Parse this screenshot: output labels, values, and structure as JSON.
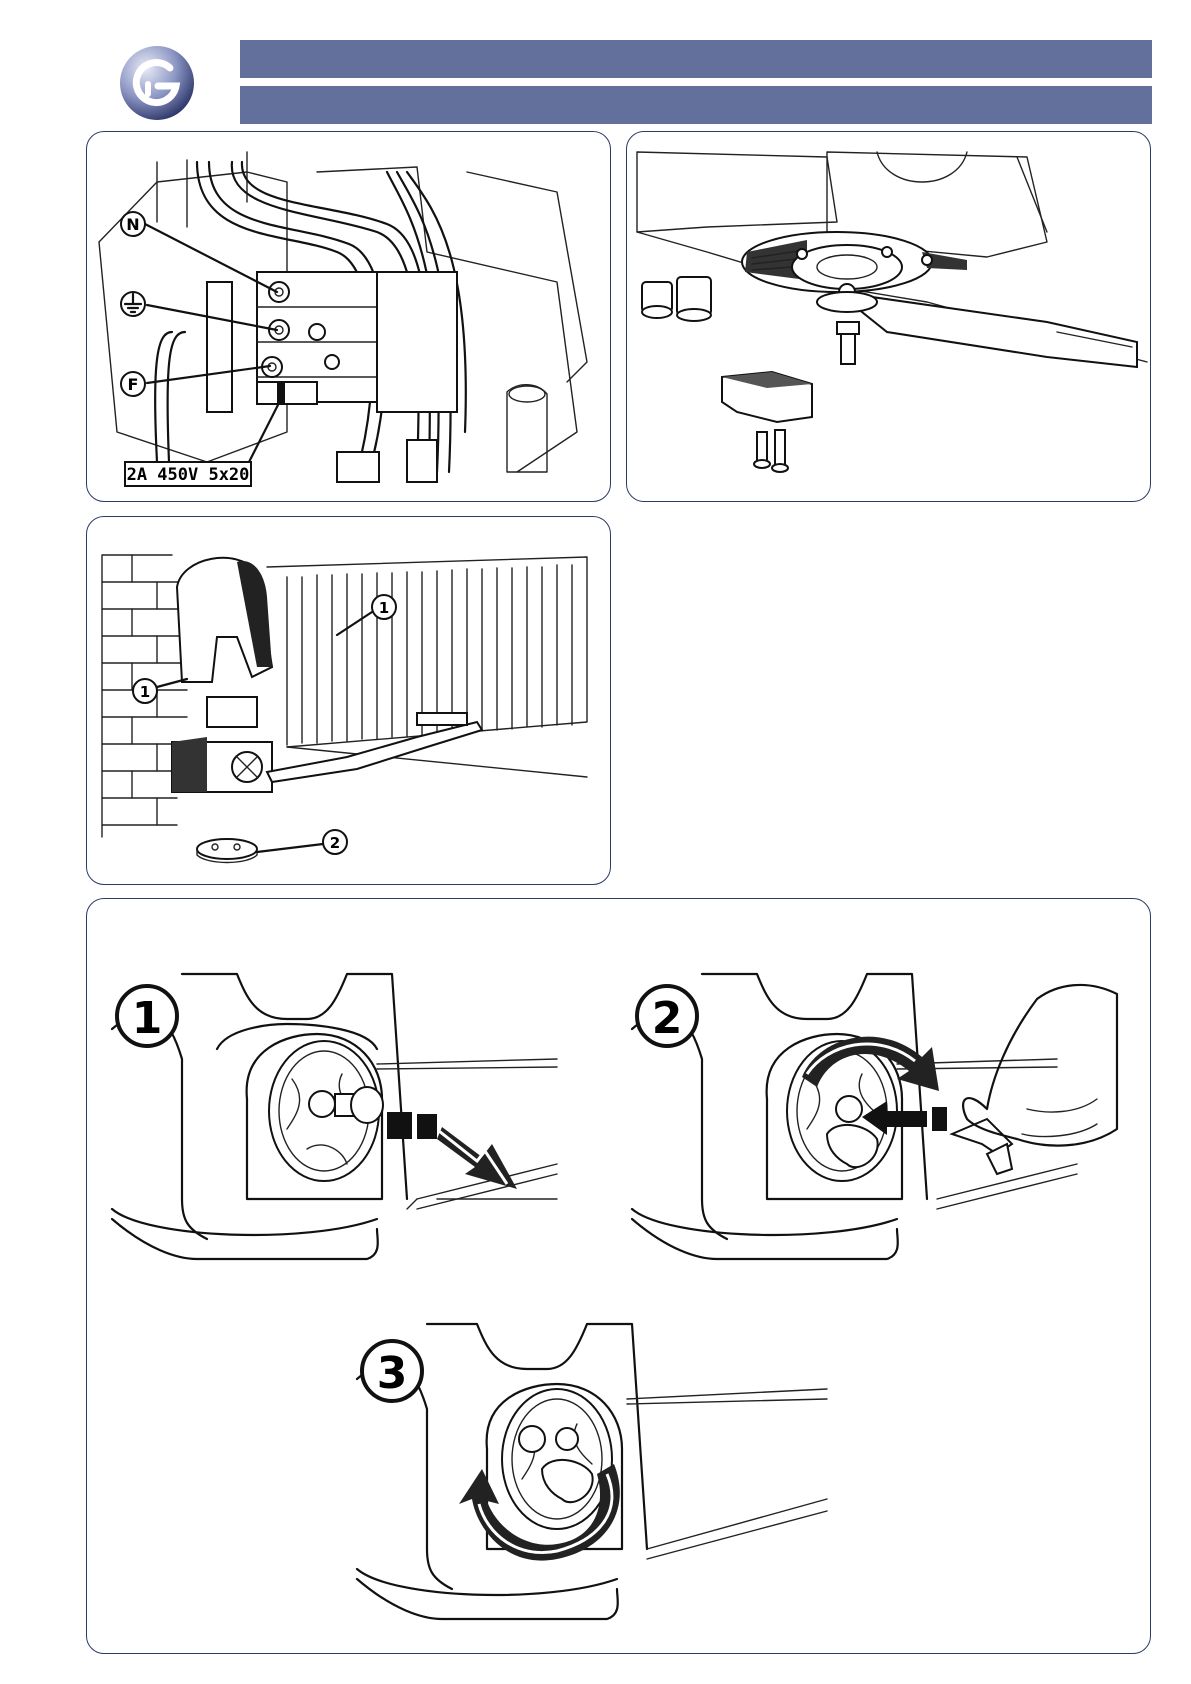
{
  "header": {
    "logo_icon": "company-logo",
    "band_color": "#63709c",
    "border_color": "#2d3a66"
  },
  "panel_wiring": {
    "callout_neutral": "N",
    "callout_earth_icon": "earth-ground-icon",
    "callout_phase": "F",
    "fuse_spec": "2A 450V 5x20"
  },
  "panel_mounting": {
    "callout_1": "1",
    "callout_2": "2"
  },
  "panel_release": {
    "step_1": "1",
    "step_2": "2",
    "step_3": "3"
  }
}
